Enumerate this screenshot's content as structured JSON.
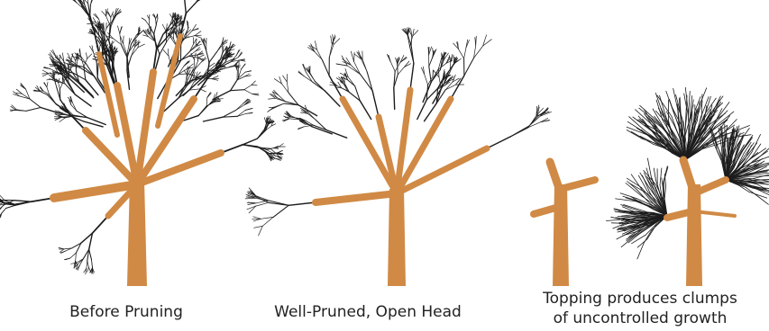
{
  "colors": {
    "trunk": "#d08a45",
    "trunk_edge": "#7a4a1c",
    "twig": "#1c1c1c"
  },
  "panels": [
    {
      "caption": "Before Pruning"
    },
    {
      "caption": "Well-Pruned, Open Head"
    },
    {
      "caption_lines": [
        "Topping produces clumps",
        "of uncontrolled growth"
      ]
    }
  ]
}
